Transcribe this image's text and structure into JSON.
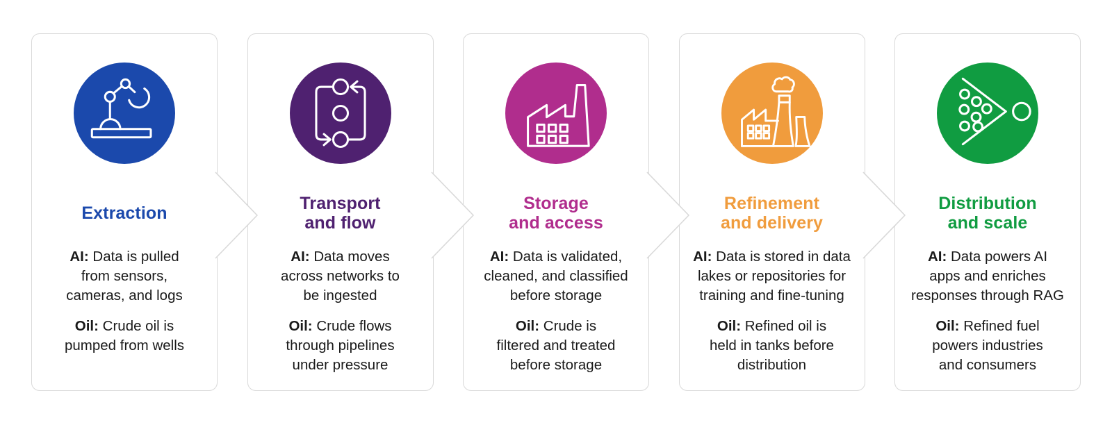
{
  "page": {
    "background": "#FFFFFF",
    "card_border_color": "#D9D9D9",
    "body_text_color": "#1A1A1A"
  },
  "cards": [
    {
      "id": "extraction",
      "color": "#1B49AC",
      "icon": "robot-arm-icon",
      "title_lines": [
        "Extraction"
      ],
      "ai": {
        "label": "AI:",
        "lines": [
          "Data is pulled",
          "from sensors,",
          "cameras, and logs"
        ]
      },
      "oil": {
        "label": "Oil:",
        "lines": [
          "Crude oil is",
          "pumped from wells"
        ]
      }
    },
    {
      "id": "transport-and-flow",
      "color": "#4F2170",
      "icon": "flow-loop-icon",
      "title_lines": [
        "Transport",
        "and flow"
      ],
      "ai": {
        "label": "AI:",
        "lines": [
          "Data moves",
          "across networks to",
          "be ingested"
        ]
      },
      "oil": {
        "label": "Oil:",
        "lines": [
          "Crude flows",
          "through pipelines",
          "under pressure"
        ]
      }
    },
    {
      "id": "storage-and-access",
      "color": "#B02D8D",
      "icon": "factory-icon",
      "title_lines": [
        "Storage",
        "and access"
      ],
      "ai": {
        "label": "AI:",
        "lines": [
          "Data is validated,",
          "cleaned, and classified",
          "before storage"
        ]
      },
      "oil": {
        "label": "Oil:",
        "lines": [
          "Crude is",
          "filtered and treated",
          "before storage"
        ]
      }
    },
    {
      "id": "refinement-and-delivery",
      "color": "#F09C3D",
      "icon": "refinery-icon",
      "title_lines": [
        "Refinement",
        "and delivery"
      ],
      "ai": {
        "label": "AI:",
        "lines": [
          "Data is stored in data",
          "lakes or repositories for",
          "training and fine-tuning"
        ]
      },
      "oil": {
        "label": "Oil:",
        "lines": [
          "Refined oil is",
          "held in tanks before",
          "distribution"
        ]
      }
    },
    {
      "id": "distribution-and-scale",
      "color": "#109C41",
      "icon": "funnel-distribution-icon",
      "title_lines": [
        "Distribution",
        "and scale"
      ],
      "ai": {
        "label": "AI:",
        "lines": [
          "Data powers AI",
          "apps and enriches",
          "responses through RAG"
        ]
      },
      "oil": {
        "label": "Oil:",
        "lines": [
          "Refined fuel",
          "powers industries",
          "and consumers"
        ]
      }
    }
  ]
}
